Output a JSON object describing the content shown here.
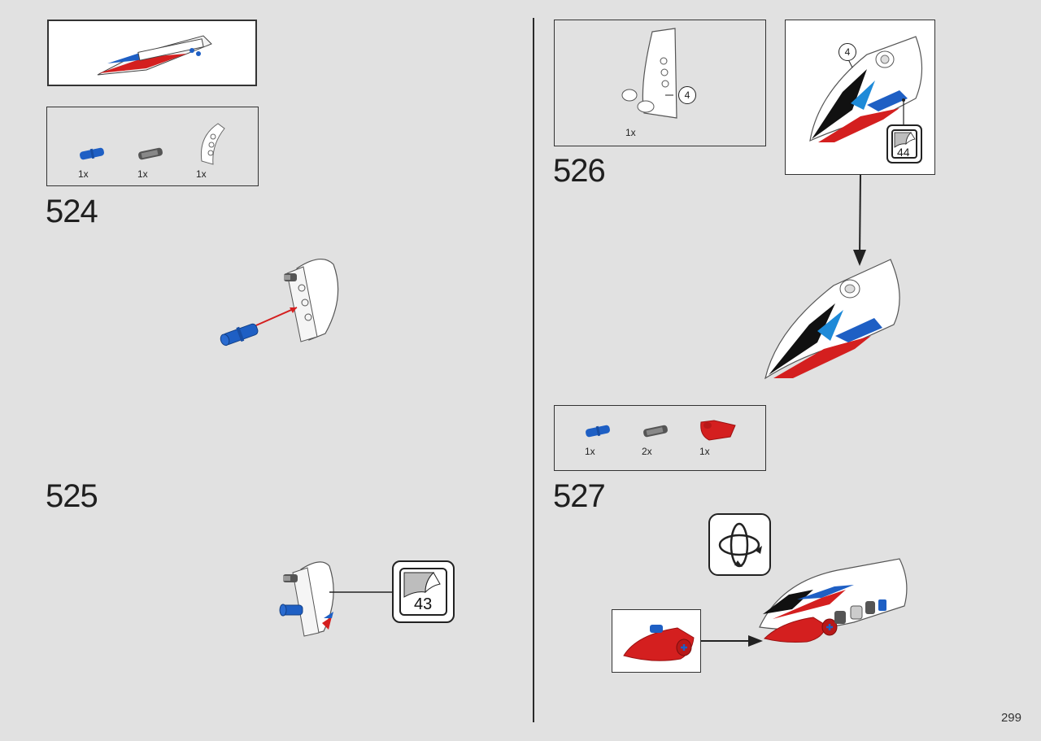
{
  "page": {
    "number": "299"
  },
  "steps": [
    {
      "id": "524",
      "number": "524",
      "parts": [
        {
          "qty": "1x"
        },
        {
          "qty": "1x"
        },
        {
          "qty": "1x"
        }
      ]
    },
    {
      "id": "525",
      "number": "525",
      "sticker": "43"
    },
    {
      "id": "526",
      "number": "526",
      "parts": [
        {
          "qty": "1x"
        }
      ],
      "callout_label": "4",
      "callout_label_2": "4",
      "sticker": "44"
    },
    {
      "id": "527",
      "number": "527",
      "parts": [
        {
          "qty": "1x"
        },
        {
          "qty": "2x"
        },
        {
          "qty": "1x"
        }
      ],
      "icon": "rotate-model-icon"
    }
  ],
  "colors": {
    "background": "#e1e1e1",
    "red": "#d41f1f",
    "blue": "#1e5fc4",
    "white": "#ffffff",
    "dark": "#222222"
  }
}
